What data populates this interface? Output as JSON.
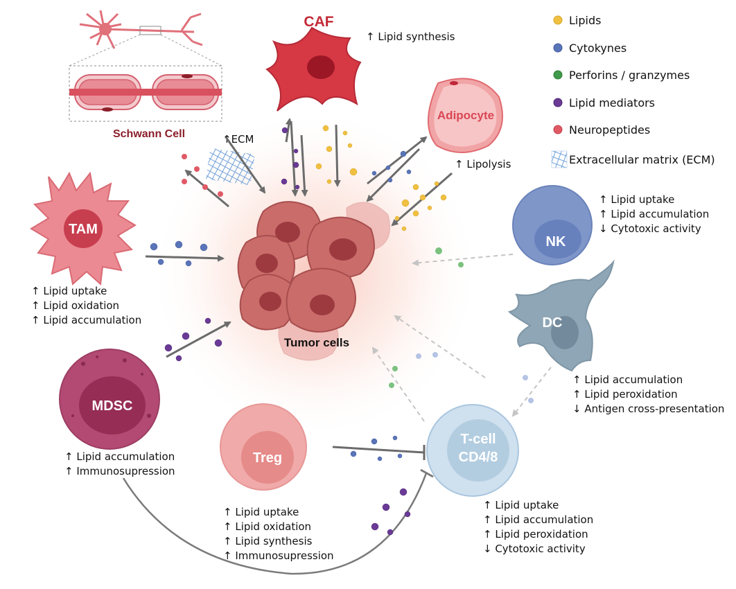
{
  "legend": {
    "lipids": "Lipids",
    "cytokines": "Cytokynes",
    "perforins": "Perforins / granzymes",
    "lipid_mediators": "Lipid mediators",
    "neuropeptides": "Neuropeptides",
    "ecm": "Extracellular matrix (ECM)"
  },
  "colors": {
    "lipids": "#f0c040",
    "cytokines": "#5a74b8",
    "perforins": "#3f9a4a",
    "lipid_mediators": "#6a3a96",
    "neuropeptides": "#e05a66",
    "ecm": "#8fb3e0",
    "arrow": "#6b6b6b"
  },
  "cells": {
    "schwann": "Schwann Cell",
    "caf": "CAF",
    "adipocyte": "Adipocyte",
    "tam": "TAM",
    "nk": "NK",
    "dc": "DC",
    "mdsc": "MDSC",
    "treg": "Treg",
    "tcell_line1": "T-cell",
    "tcell_line2": "CD4/8",
    "tumor": "Tumor cells"
  },
  "annotations": {
    "caf": "↑ Lipid synthesis",
    "ecm": "↑ECM",
    "adipocyte": "↑ Lipolysis",
    "nk": [
      "↑ Lipid uptake",
      "↑ Lipid accumulation",
      "↓ Cytotoxic activity"
    ],
    "tam": [
      "↑ Lipid uptake",
      "↑ Lipid oxidation",
      "↑ Lipid accumulation"
    ],
    "dc": [
      "↑ Lipid accumulation",
      "↑ Lipid peroxidation",
      "↓ Antigen cross-presentation"
    ],
    "mdsc": [
      "↑ Lipid accumulation",
      "↑ Immunosupression"
    ],
    "treg": [
      "↑ Lipid uptake",
      "↑ Lipid oxidation",
      "↑ Lipid synthesis",
      "↑ Immunosupression"
    ],
    "tcell": [
      "↑ Lipid uptake",
      "↑ Lipid accumulation",
      "↑ Lipid peroxidation",
      "↓ Cytotoxic activity"
    ]
  }
}
